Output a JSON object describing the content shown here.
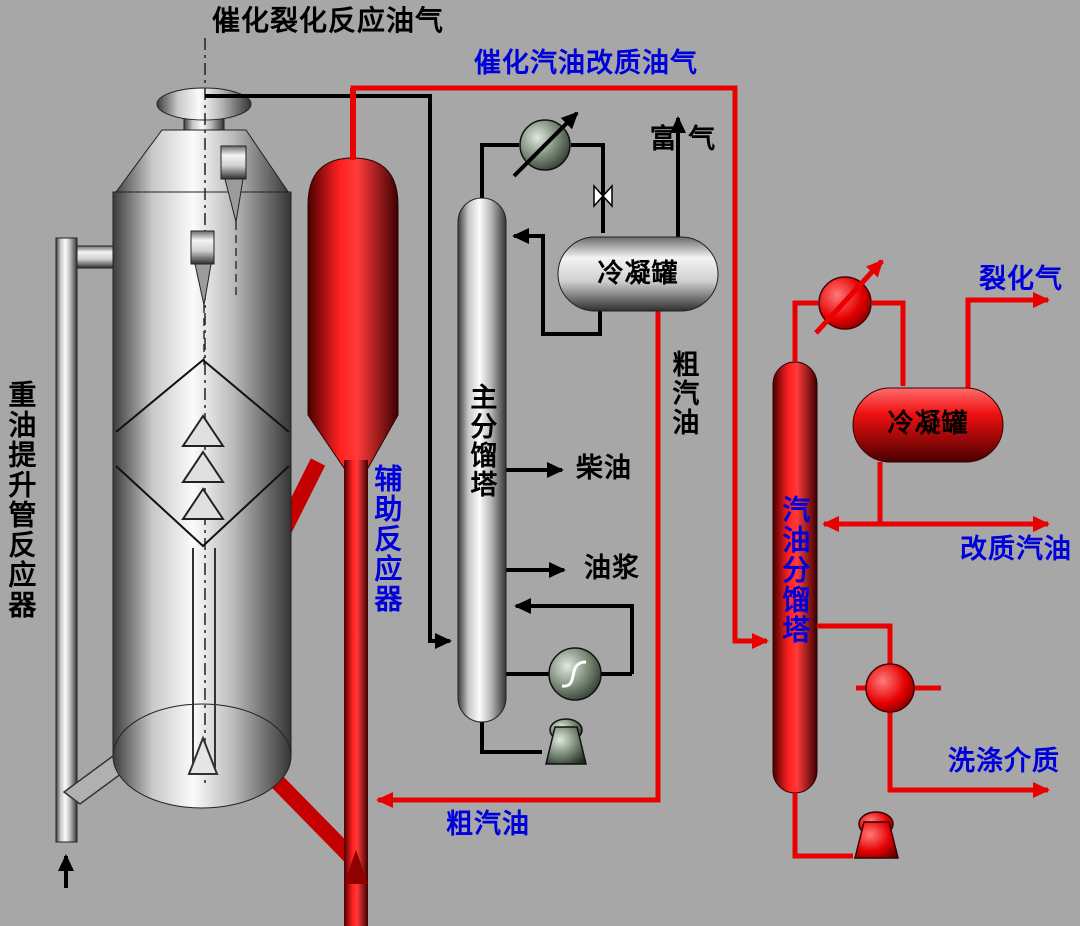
{
  "background": "#a7a7a7",
  "colors": {
    "process_red": "#e90000",
    "label_blue": "#0000dd",
    "label_black": "#000000",
    "vessel_silver": "#d9d9d9"
  },
  "equipment": {
    "riser_reactor_label": "重油提升管反应器",
    "auxiliary_reactor_label": "辅助反应器",
    "main_fractionator_label": "主分馏塔",
    "gasoline_fractionator_label": "汽油分馏塔",
    "main_condenser_label": "冷凝罐",
    "right_condenser_label": "冷凝罐"
  },
  "streams": {
    "reactor_offgas": "催化裂化反应油气",
    "upgraded_oil_gas": "催化汽油改质油气",
    "rich_gas": "富 气",
    "crude_gasoline_side": "粗汽油",
    "diesel": "柴油",
    "slurry": "油浆",
    "crude_gasoline_return": "粗汽油",
    "cracked_gas": "裂化气",
    "upgraded_gasoline": "改质汽油",
    "washing_medium": "洗涤介质"
  }
}
